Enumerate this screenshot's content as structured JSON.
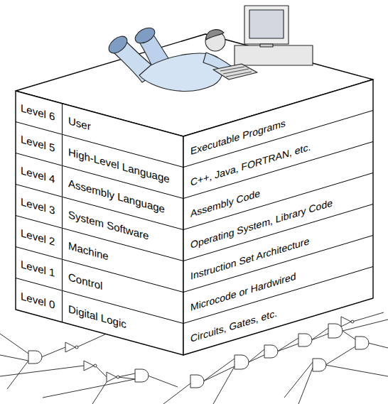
{
  "diagram": {
    "nodes": [
      {
        "text": [
          "Level 6",
          "User"
        ]
      },
      {
        "text": [
          "Executable Programs"
        ]
      },
      {
        "text": [
          "Level 5",
          "High-Level Language"
        ]
      },
      {
        "text": [
          "C++, Java, FORTRAN, etc."
        ]
      },
      {
        "text": [
          "Level 4",
          "Assembly Language"
        ]
      },
      {
        "text": [
          "Assembly Code"
        ]
      },
      {
        "text": [
          "Level 3",
          "System Software"
        ]
      },
      {
        "text": [
          "Operating System, Library Code"
        ]
      },
      {
        "text": [
          "Level 2",
          "Machine"
        ]
      },
      {
        "text": [
          "Instruction Set Architecture"
        ]
      },
      {
        "text": [
          "Level 1",
          "Control"
        ]
      },
      {
        "text": [
          "Microcode or Hardwired"
        ]
      },
      {
        "text": [
          "Level 0",
          "Digital Logic"
        ]
      },
      {
        "text": [
          "Circuits, Gates, etc."
        ]
      }
    ]
  }
}
